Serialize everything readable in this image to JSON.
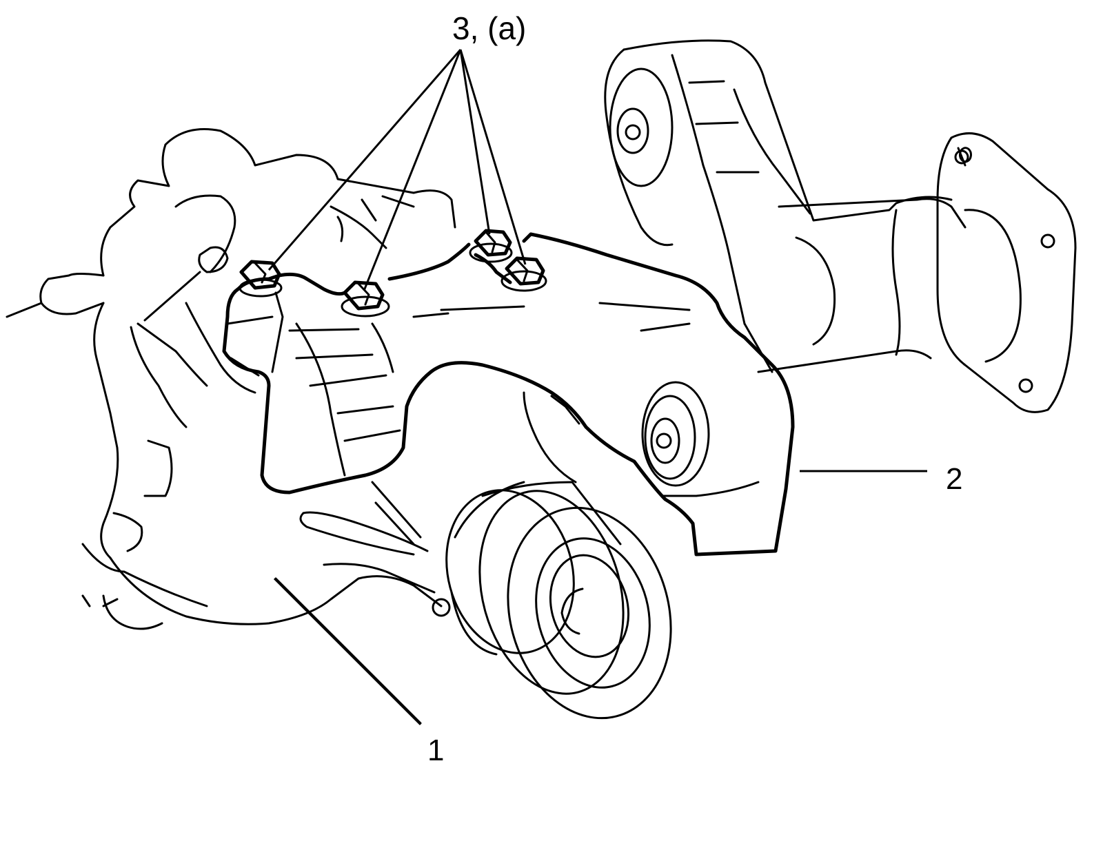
{
  "labels": {
    "bolts": "3, (a)",
    "part_2": "2",
    "part_1": "1"
  },
  "colors": {
    "line": "#000000",
    "background": "#ffffff"
  }
}
